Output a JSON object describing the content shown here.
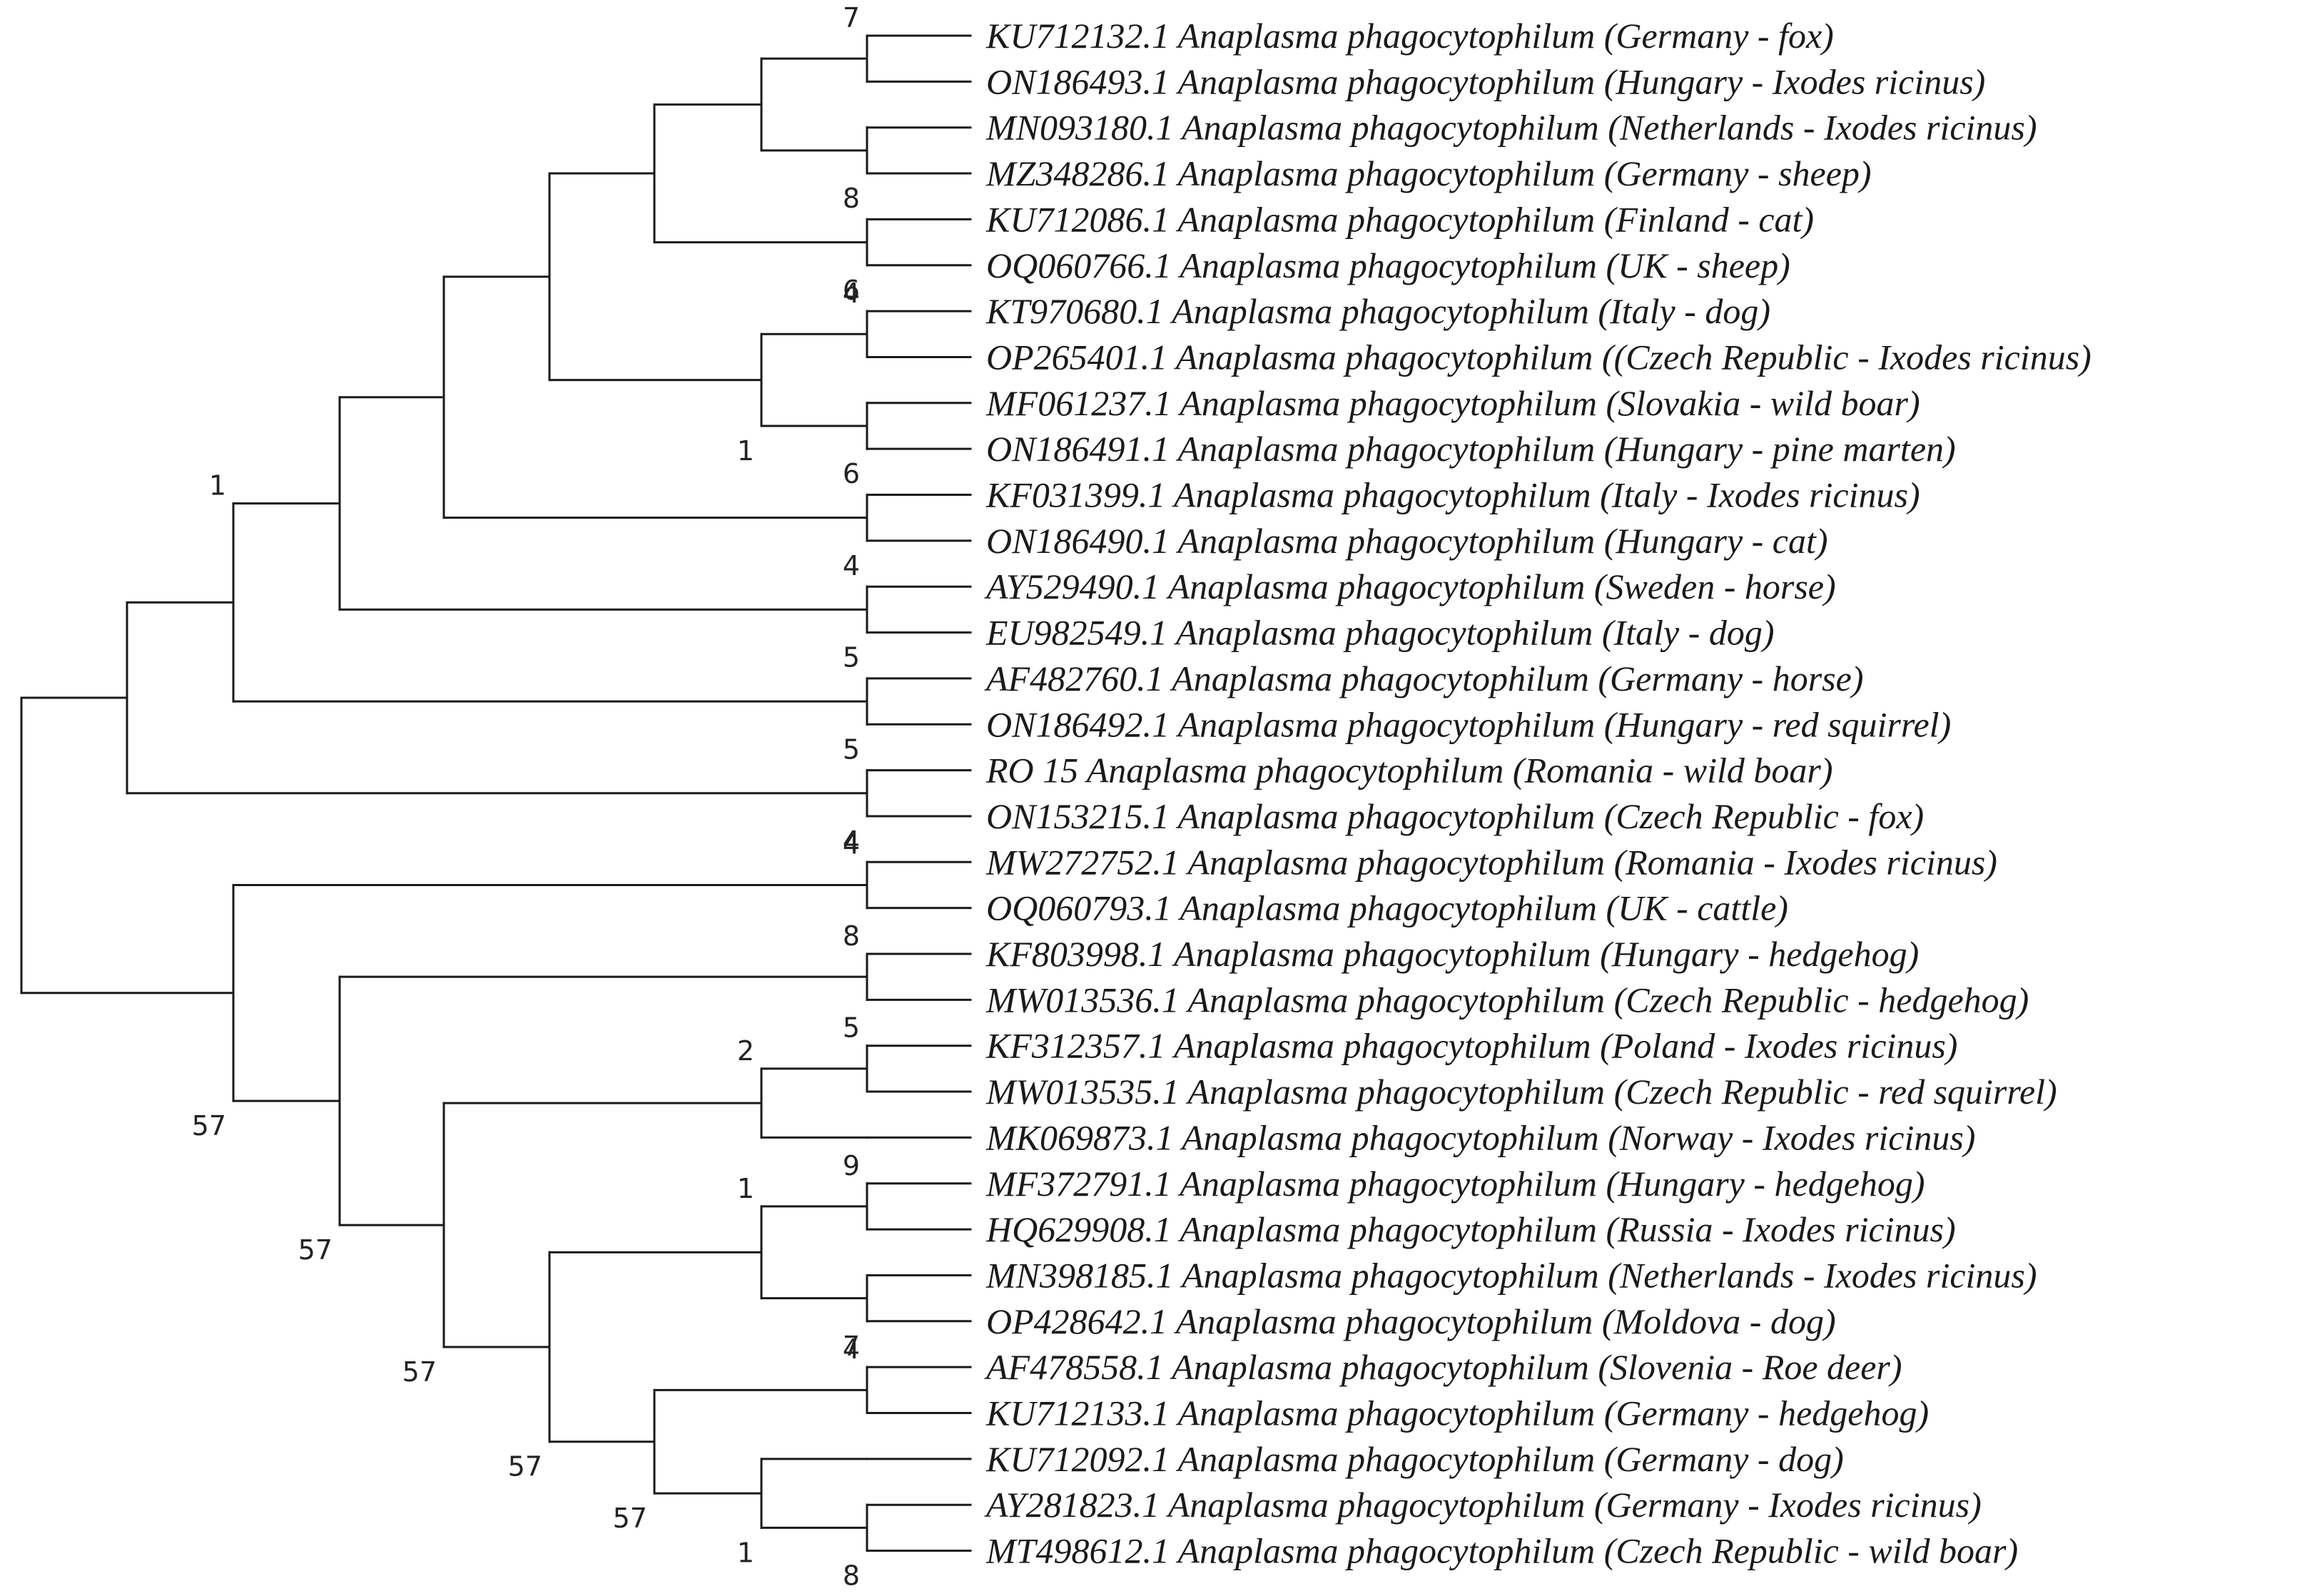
{
  "tree": {
    "tips": [
      "KU712132.1 Anaplasma phagocytophilum (Germany - fox)",
      "ON186493.1 Anaplasma phagocytophilum (Hungary - Ixodes ricinus)",
      "MN093180.1 Anaplasma phagocytophilum (Netherlands - Ixodes ricinus)",
      "MZ348286.1 Anaplasma phagocytophilum (Germany - sheep)",
      "KU712086.1 Anaplasma phagocytophilum (Finland - cat)",
      "OQ060766.1 Anaplasma phagocytophilum (UK - sheep)",
      "KT970680.1 Anaplasma phagocytophilum (Italy - dog)",
      "OP265401.1 Anaplasma phagocytophilum ((Czech Republic - Ixodes ricinus)",
      "MF061237.1 Anaplasma phagocytophilum (Slovakia - wild boar)",
      "ON186491.1 Anaplasma phagocytophilum (Hungary - pine marten)",
      "KF031399.1 Anaplasma phagocytophilum (Italy - Ixodes ricinus)",
      "ON186490.1 Anaplasma phagocytophilum (Hungary - cat)",
      "AY529490.1 Anaplasma phagocytophilum (Sweden - horse)",
      "EU982549.1 Anaplasma phagocytophilum (Italy - dog)",
      "AF482760.1 Anaplasma phagocytophilum (Germany - horse)",
      "ON186492.1 Anaplasma phagocytophilum (Hungary - red squirrel)",
      "RO 15 Anaplasma phagocytophilum (Romania - wild boar)",
      "ON153215.1 Anaplasma phagocytophilum (Czech Republic - fox)",
      "MW272752.1 Anaplasma phagocytophilum (Romania - Ixodes ricinus)",
      "OQ060793.1 Anaplasma phagocytophilum (UK - cattle)",
      "KF803998.1 Anaplasma phagocytophilum (Hungary - hedgehog)",
      "MW013536.1 Anaplasma phagocytophilum (Czech Republic - hedgehog)",
      "KF312357.1 Anaplasma phagocytophilum (Poland - Ixodes ricinus)",
      "MW013535.1 Anaplasma phagocytophilum (Czech Republic - red squirrel)",
      "MK069873.1 Anaplasma phagocytophilum (Norway - Ixodes ricinus)",
      "MF372791.1 Anaplasma phagocytophilum (Hungary - hedgehog)",
      "HQ629908.1 Anaplasma phagocytophilum (Russia - Ixodes ricinus)",
      "MN398185.1 Anaplasma phagocytophilum (Netherlands - Ixodes ricinus)",
      "OP428642.1 Anaplasma phagocytophilum (Moldova - dog)",
      "AF478558.1 Anaplasma phagocytophilum (Slovenia - Roe deer)",
      "KU712133.1 Anaplasma phagocytophilum (Germany - hedgehog)",
      "KU712092.1 Anaplasma phagocytophilum (Germany - dog)",
      "AY281823.1 Anaplasma phagocytophilum (Germany - Ixodes ricinus)",
      "MT498612.1 Anaplasma phagocytophilum (Czech Republic - wild boar)"
    ],
    "nodes": [
      {
        "id": "n00",
        "children": [
          0,
          1
        ],
        "depth": 8,
        "support": "7",
        "support_pos": "above"
      },
      {
        "id": "n01",
        "children": [
          2,
          3
        ],
        "depth": 8,
        "support": "8",
        "support_pos": "below"
      },
      {
        "id": "n02",
        "children": [
          "n00",
          "n01"
        ],
        "depth": 7,
        "support": ""
      },
      {
        "id": "n03",
        "children": [
          4,
          5
        ],
        "depth": 8,
        "support": "6",
        "support_pos": "below"
      },
      {
        "id": "n04",
        "children": [
          "n02",
          "n03"
        ],
        "depth": 6,
        "support": ""
      },
      {
        "id": "n05",
        "children": [
          6,
          7
        ],
        "depth": 8,
        "support": "4",
        "support_pos": "above"
      },
      {
        "id": "n06",
        "children": [
          8,
          9
        ],
        "depth": 8,
        "support": "6",
        "support_pos": "below"
      },
      {
        "id": "n07",
        "children": [
          "n05",
          "n06"
        ],
        "depth": 7,
        "support": "1",
        "support_pos": "below"
      },
      {
        "id": "n08",
        "children": [
          "n04",
          "n07"
        ],
        "depth": 5,
        "support": ""
      },
      {
        "id": "n09",
        "children": [
          10,
          11
        ],
        "depth": 8,
        "support": "4",
        "support_pos": "below"
      },
      {
        "id": "n10",
        "children": [
          "n08",
          "n09"
        ],
        "depth": 4,
        "support": ""
      },
      {
        "id": "n11",
        "children": [
          12,
          13
        ],
        "depth": 8,
        "support": "5",
        "support_pos": "below"
      },
      {
        "id": "n12",
        "children": [
          "n10",
          "n11"
        ],
        "depth": 3,
        "support": ""
      },
      {
        "id": "n13",
        "children": [
          14,
          15
        ],
        "depth": 8,
        "support": "5",
        "support_pos": "below"
      },
      {
        "id": "n14",
        "children": [
          "n12",
          "n13"
        ],
        "depth": 2,
        "support": "1",
        "support_pos": "above"
      },
      {
        "id": "n15",
        "children": [
          16,
          17
        ],
        "depth": 8,
        "support": "4",
        "support_pos": "below"
      },
      {
        "id": "n16",
        "children": [
          "n14",
          "n15"
        ],
        "depth": 1,
        "support": ""
      },
      {
        "id": "n17",
        "children": [
          18,
          19
        ],
        "depth": 8,
        "support": "4",
        "support_pos": "above"
      },
      {
        "id": "n18",
        "children": [
          20,
          21
        ],
        "depth": 8,
        "support": "8",
        "support_pos": "above"
      },
      {
        "id": "n19",
        "children": [
          22,
          23
        ],
        "depth": 8,
        "support": "5",
        "support_pos": "above"
      },
      {
        "id": "n20",
        "children": [
          "n19",
          24
        ],
        "depth": 7,
        "support": "2",
        "support_pos": "above"
      },
      {
        "id": "n21",
        "children": [
          25,
          26
        ],
        "depth": 8,
        "support": "9",
        "support_pos": "above"
      },
      {
        "id": "n22",
        "children": [
          27,
          28
        ],
        "depth": 8,
        "support": "7",
        "support_pos": "below"
      },
      {
        "id": "n23",
        "children": [
          "n21",
          "n22"
        ],
        "depth": 7,
        "support": "1",
        "support_pos": "above"
      },
      {
        "id": "n24",
        "children": [
          29,
          30
        ],
        "depth": 8,
        "support": "4",
        "support_pos": "above"
      },
      {
        "id": "n25",
        "children": [
          32,
          33
        ],
        "depth": 8,
        "support": "8",
        "support_pos": "below"
      },
      {
        "id": "n26",
        "children": [
          31,
          "n25"
        ],
        "depth": 7,
        "support": "1",
        "support_pos": "below"
      },
      {
        "id": "n27",
        "children": [
          "n24",
          "n26"
        ],
        "depth": 6,
        "support": "57",
        "support_pos": "below"
      },
      {
        "id": "n28",
        "children": [
          "n23",
          "n27"
        ],
        "depth": 5,
        "support": "57",
        "support_pos": "below"
      },
      {
        "id": "n29",
        "children": [
          "n20",
          "n28"
        ],
        "depth": 4,
        "support": "57",
        "support_pos": "below"
      },
      {
        "id": "n30",
        "children": [
          "n18",
          "n29"
        ],
        "depth": 3,
        "support": "57",
        "support_pos": "below"
      },
      {
        "id": "n31",
        "children": [
          "n17",
          "n30"
        ],
        "depth": 2,
        "support": "57",
        "support_pos": "below"
      },
      {
        "id": "n32",
        "children": [
          "n16",
          "n31"
        ],
        "depth": 0,
        "support": ""
      }
    ]
  }
}
